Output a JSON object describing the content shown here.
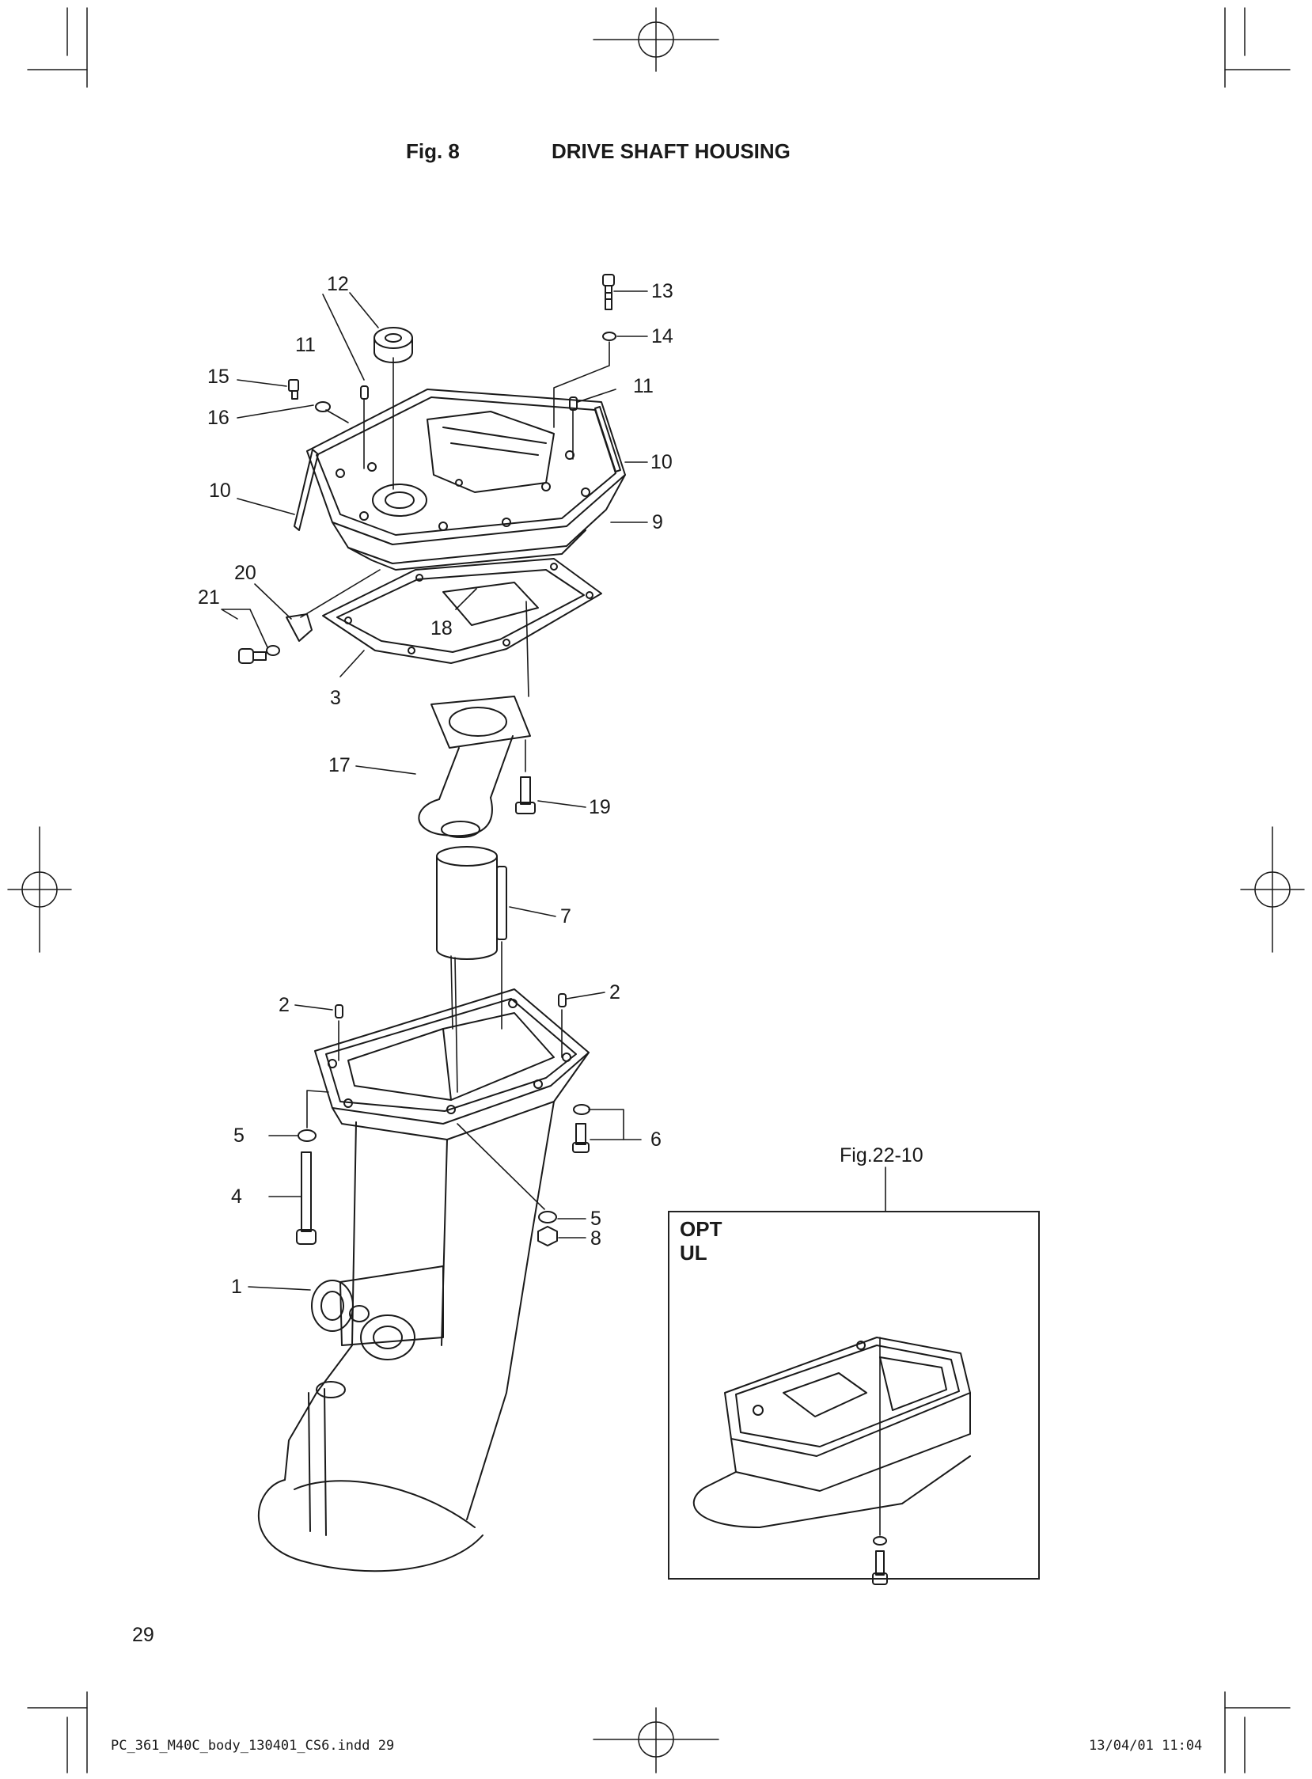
{
  "header": {
    "fig_no": "Fig. 8",
    "title": "DRIVE SHAFT HOUSING"
  },
  "page_number": "29",
  "footer": {
    "file": "PC_361_M40C_body_130401_CS6.indd  29",
    "stamp": "13/04/01  11:04"
  },
  "inset": {
    "ref": "Fig.22-10",
    "labels": [
      "OPT",
      "UL"
    ]
  },
  "callouts": [
    {
      "id": "c12",
      "text": "12"
    },
    {
      "id": "c13",
      "text": "13"
    },
    {
      "id": "c14",
      "text": "14"
    },
    {
      "id": "c11a",
      "text": "11"
    },
    {
      "id": "c11b",
      "text": "11"
    },
    {
      "id": "c15",
      "text": "15"
    },
    {
      "id": "c16",
      "text": "16"
    },
    {
      "id": "c10a",
      "text": "10"
    },
    {
      "id": "c10b",
      "text": "10"
    },
    {
      "id": "c9",
      "text": "9"
    },
    {
      "id": "c20",
      "text": "20"
    },
    {
      "id": "c21",
      "text": "21"
    },
    {
      "id": "c18",
      "text": "18"
    },
    {
      "id": "c3",
      "text": "3"
    },
    {
      "id": "c17",
      "text": "17"
    },
    {
      "id": "c19",
      "text": "19"
    },
    {
      "id": "c7",
      "text": "7"
    },
    {
      "id": "c2a",
      "text": "2"
    },
    {
      "id": "c2b",
      "text": "2"
    },
    {
      "id": "c5a",
      "text": "5"
    },
    {
      "id": "c6",
      "text": "6"
    },
    {
      "id": "c4",
      "text": "4"
    },
    {
      "id": "c5b",
      "text": "5"
    },
    {
      "id": "c8",
      "text": "8"
    },
    {
      "id": "c1",
      "text": "1"
    }
  ]
}
